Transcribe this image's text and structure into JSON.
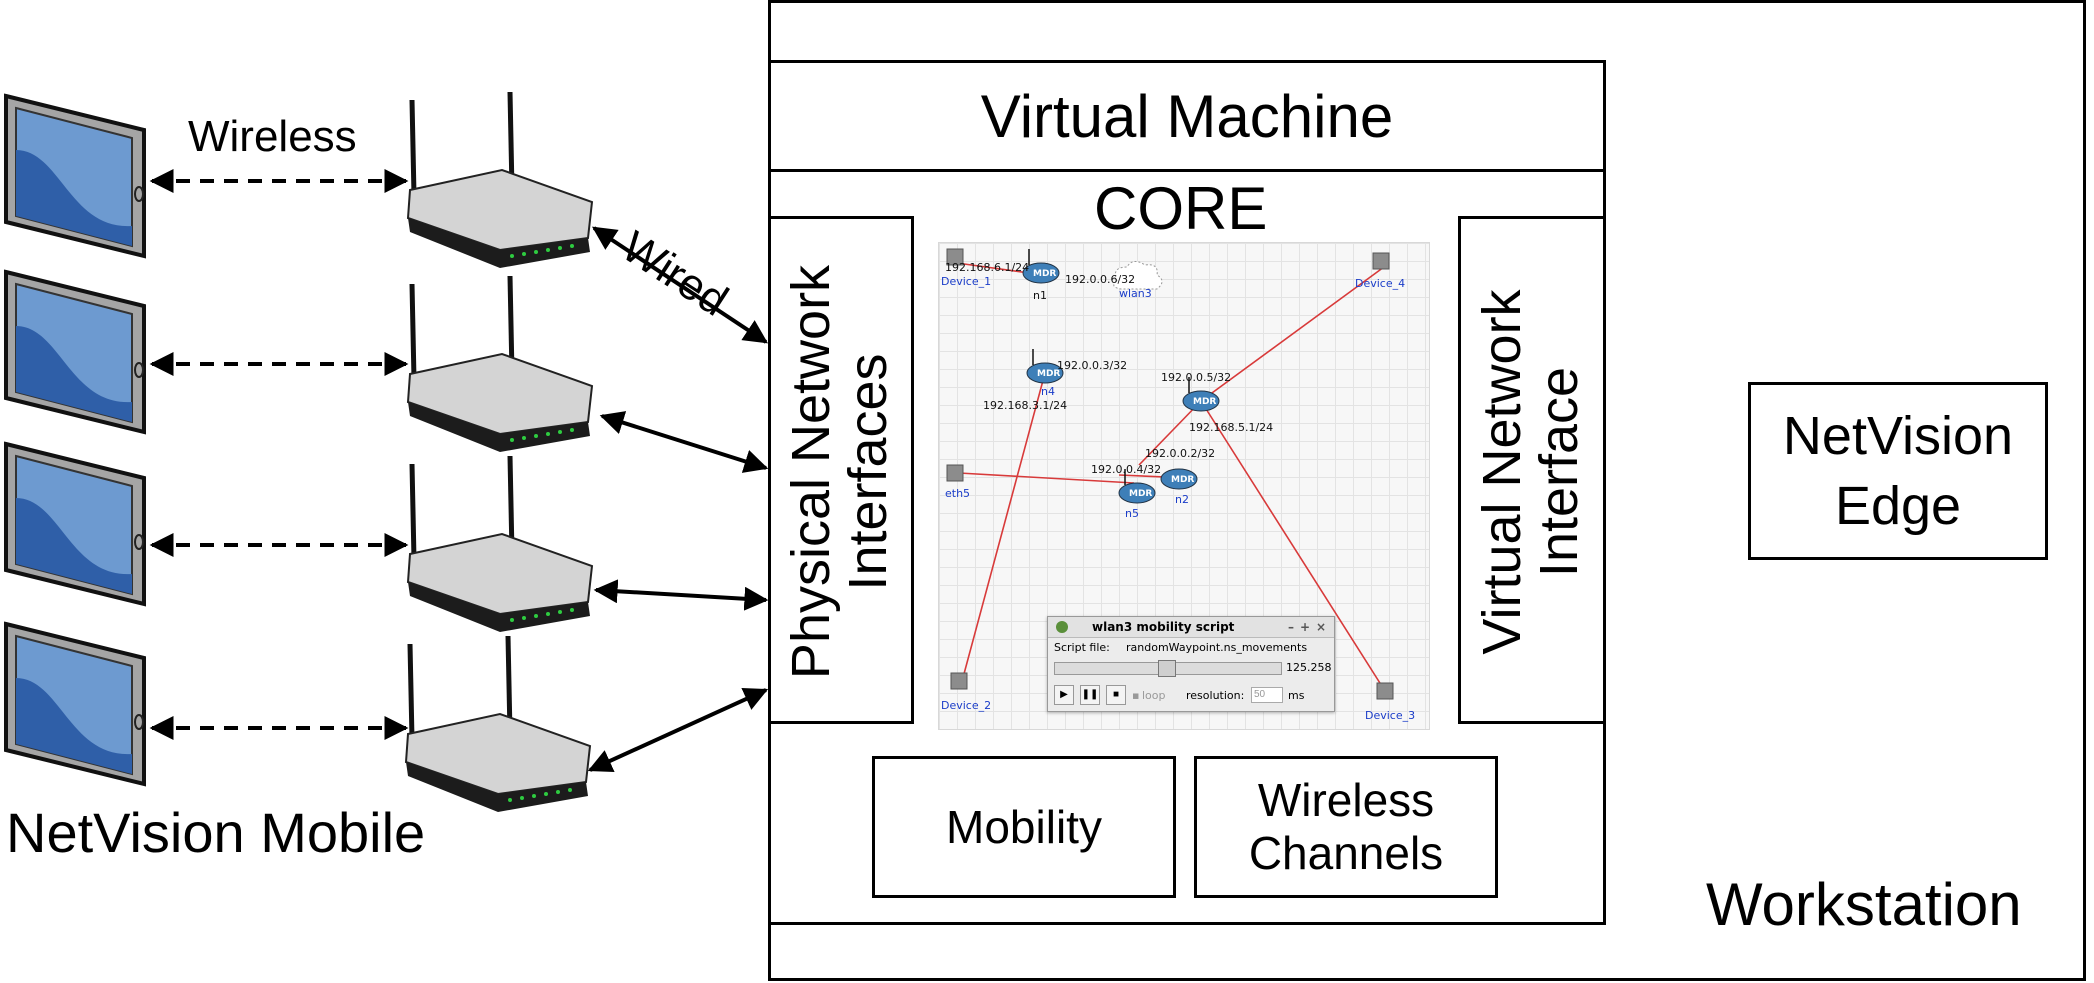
{
  "labels": {
    "wireless": "Wireless",
    "wired": "Wired",
    "mobile": "NetVision Mobile",
    "workstation": "Workstation",
    "virtual_machine": "Virtual Machine",
    "core": "CORE",
    "physical_interfaces": "Physical Network Interfaces",
    "virtual_interface": "Virtual Network Interface",
    "edge_line1": "NetVision",
    "edge_line2": "Edge",
    "mobility": "Mobility",
    "channels_line1": "Wireless",
    "channels_line2": "Channels"
  },
  "core_screenshot": {
    "devices": {
      "device_1": "Device_1",
      "device_2": "Device_2",
      "device_3": "Device_3",
      "device_4": "Device_4",
      "eth5": "eth5",
      "wlan3": "wlan3"
    },
    "nodes": {
      "n1": "n1",
      "n2": "n2",
      "n4": "n4",
      "n5": "n5",
      "mdr": "MDR"
    },
    "addresses": {
      "a1": "192.168.6.1/24",
      "a2": "192.0.0.6/32",
      "a3": "192.0.0.3/32",
      "a4": "192.168.3.1/24",
      "a5": "192.0.0.5/32",
      "a6": "192.168.5.1/24",
      "a7": "192.0.0.2/32",
      "a8": "192.0.0.4/32"
    },
    "mobility_dialog": {
      "title": "wlan3 mobility script",
      "script_label": "Script file:",
      "script_file": "randomWaypoint.ns_movements",
      "time": "125.258",
      "loop": "loop",
      "resolution_label": "resolution:",
      "resolution_value": "50",
      "unit": "ms"
    }
  },
  "colors": {
    "link": "#d83a3a",
    "tablet_screen": "#6d9ad0",
    "tablet_wave": "#2f5fa8",
    "led": "#2ecc40"
  }
}
